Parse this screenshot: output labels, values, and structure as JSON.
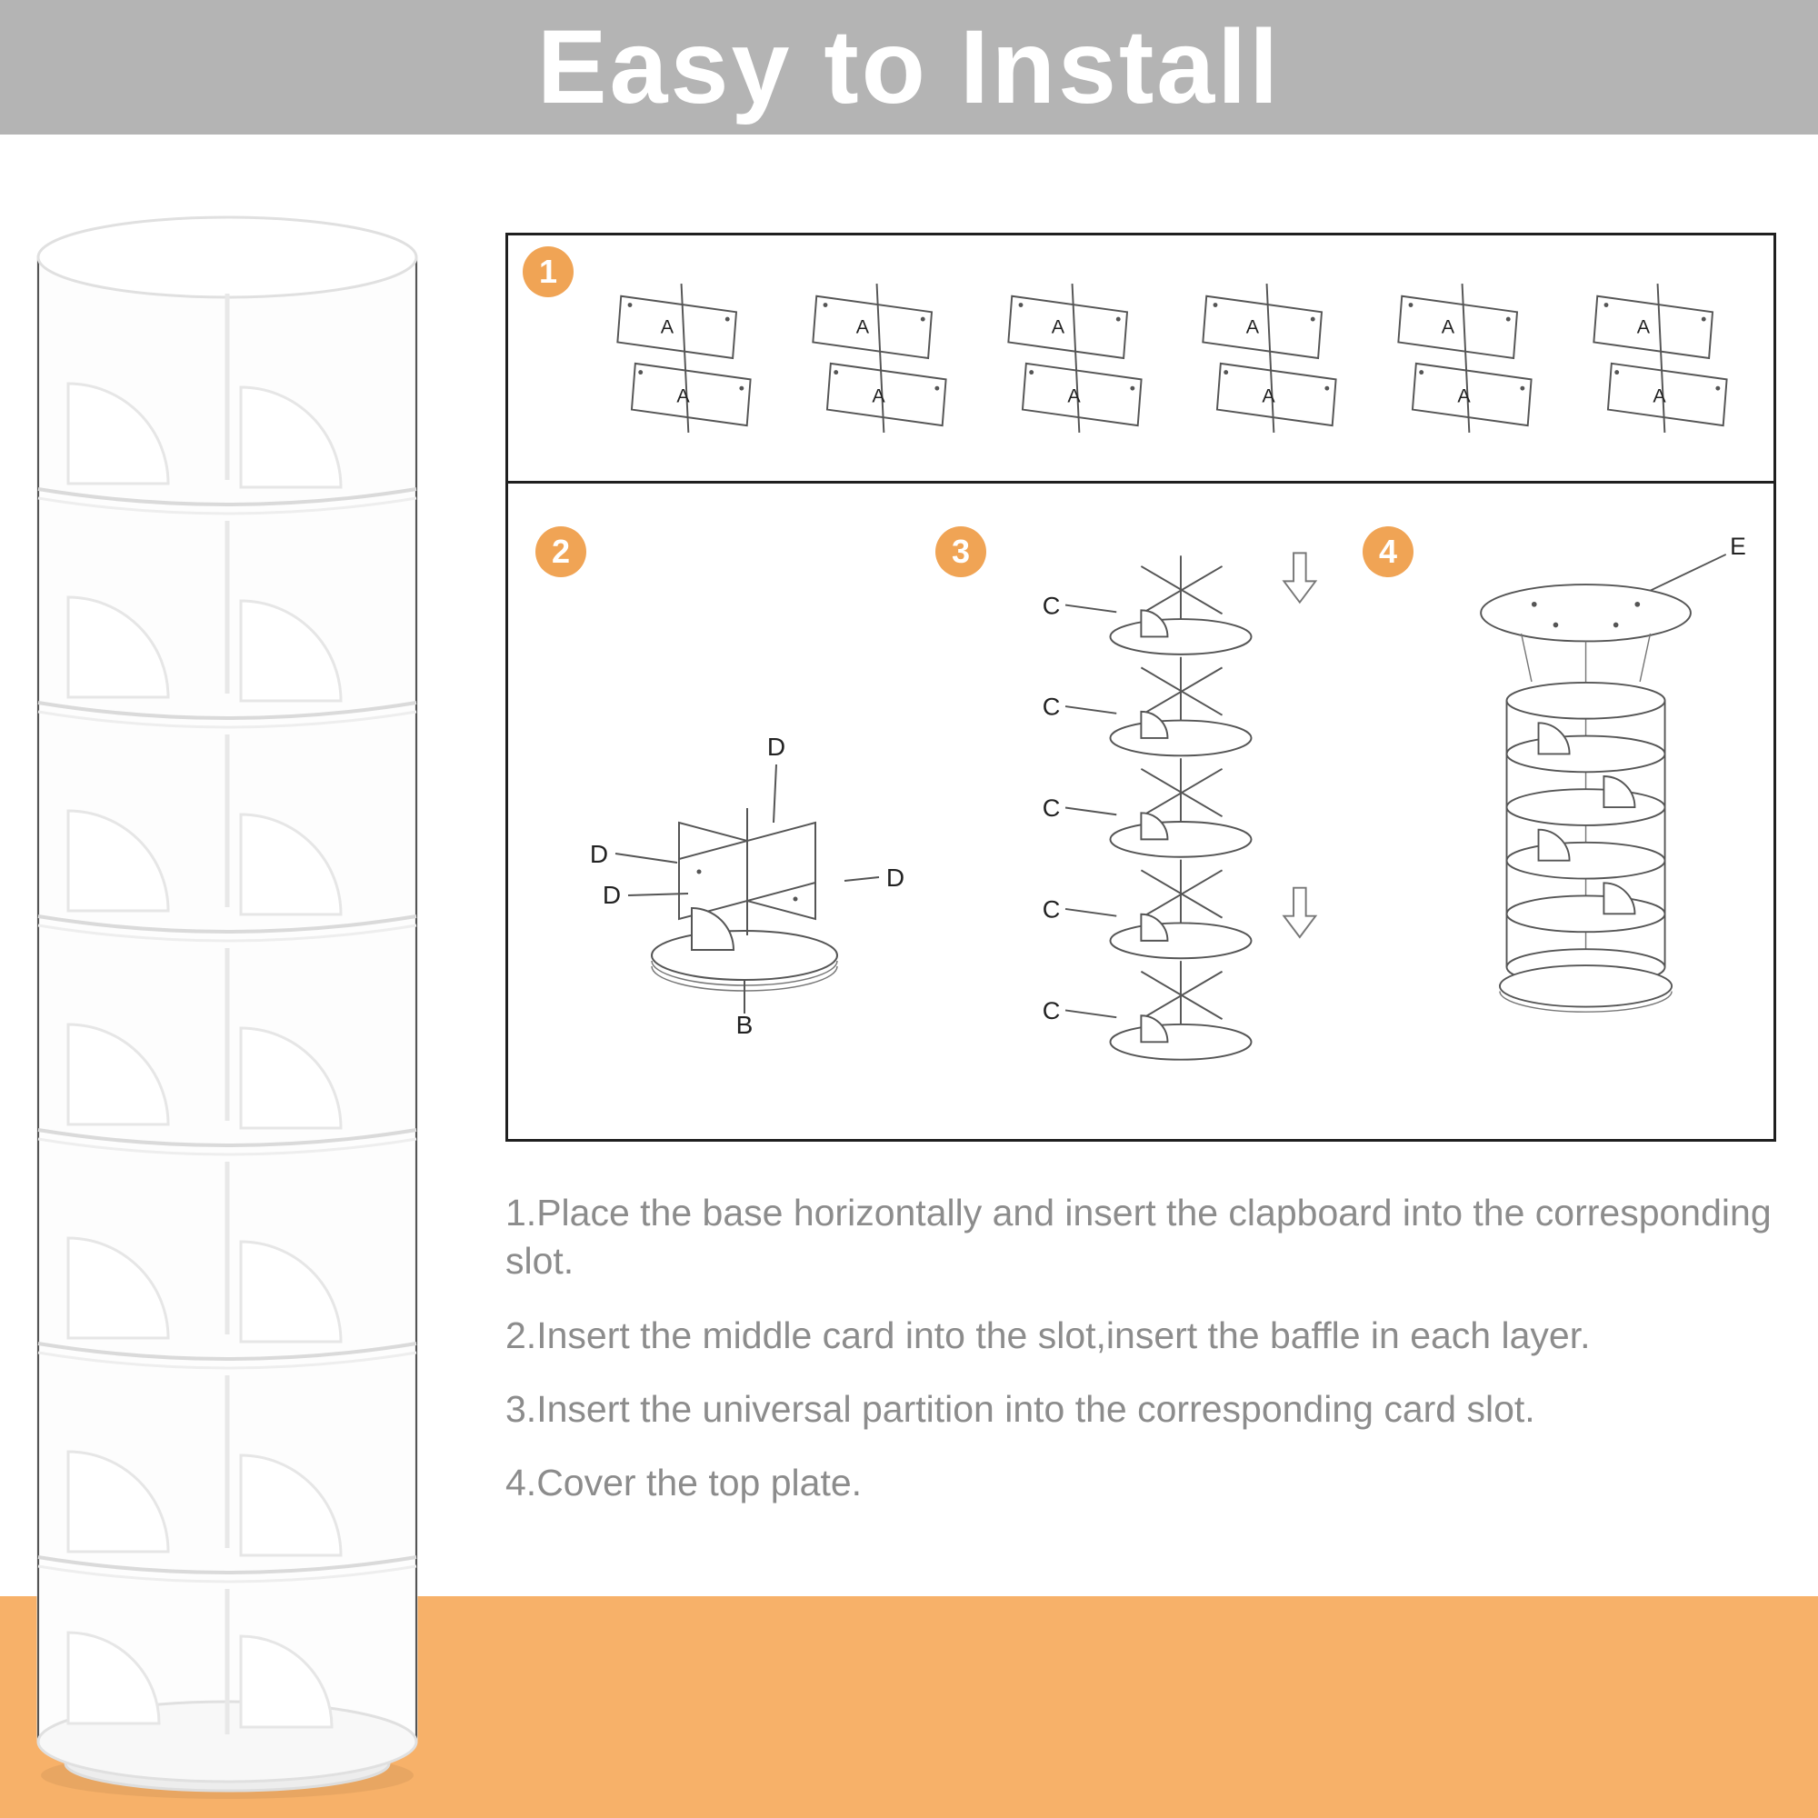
{
  "banner": {
    "title": "Easy to Install"
  },
  "diagram": {
    "step1": {
      "number": "1",
      "part_label": "A"
    },
    "step2": {
      "number": "2",
      "part_label": "D",
      "base_label": "B"
    },
    "step3": {
      "number": "3",
      "part_label": "C"
    },
    "step4": {
      "number": "4",
      "top_plate_label": "E"
    }
  },
  "instructions": {
    "line1": "1.Place the base horizontally and insert the clapboard into the corresponding slot.",
    "line2": "2.Insert the middle card into the slot,insert the baffle in each layer.",
    "line3": "3.Insert the universal partition into the corresponding card slot.",
    "line4": "4.Cover the top plate."
  },
  "colors": {
    "banner_bg": "#b4b4b4",
    "banner_text": "#ffffff",
    "step_badge_bg": "#f0a455",
    "instruction_text": "#8c8c8c",
    "bottom_band": "#f7b169"
  }
}
